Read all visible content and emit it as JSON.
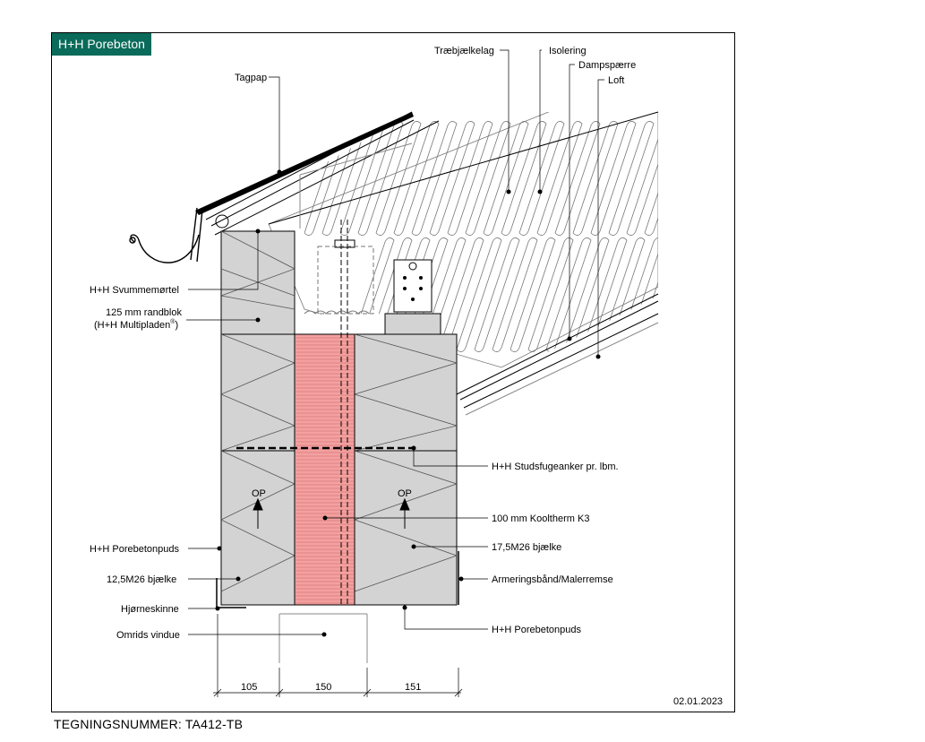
{
  "brand": "H+H Porebeton",
  "drawing_number": "TEGNINGSNUMMER: TA412-TB",
  "date": "02.01.2023",
  "labels": {
    "traebjaelkelag": "Træbjælkelag",
    "isolering": "Isolering",
    "dampspaerre": "Dampspærre",
    "loft": "Loft",
    "tagpap": "Tagpap",
    "svummemortel": "H+H Svummemørtel",
    "randblok_1": "125 mm randblok",
    "randblok_2": "(H+H Multipladen",
    "registered": "®",
    "paren_close": ")",
    "studsfugeanker": "H+H Studsfugeanker pr. lbm.",
    "kooltherm": "100 mm Kooltherm K3",
    "bjaelke_175": "17,5M26 bjælke",
    "porebetonpuds_left": "H+H Porebetonpuds",
    "bjaelke_125": "12,5M26 bjælke",
    "armeringsbaand": "Armeringsbånd/Malerremse",
    "hjorneskinne": "Hjørneskinne",
    "porebetonpuds_right": "H+H Porebetonpuds",
    "omrids_vindue": "Omrids vindue",
    "op_left": "OP",
    "op_right": "OP"
  },
  "dimensions": [
    "105",
    "150",
    "151"
  ],
  "colors": {
    "brand": "#0a6b5a",
    "block": "#d3d3d3",
    "insulation": "#f4a0a0"
  }
}
